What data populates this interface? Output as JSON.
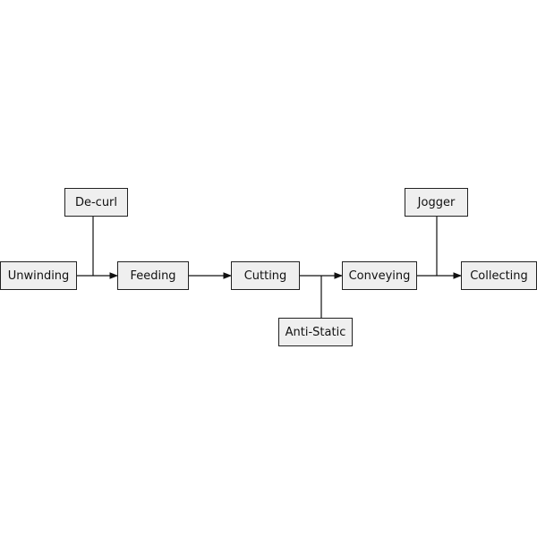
{
  "diagram": {
    "nodes": {
      "unwinding": "Unwinding",
      "feeding": "Feeding",
      "cutting": "Cutting",
      "conveying": "Conveying",
      "collecting": "Collecting",
      "decurl": "De-curl",
      "antistatic": "Anti-Static",
      "jogger": "Jogger"
    },
    "flow": [
      "Unwinding",
      "Feeding",
      "Cutting",
      "Conveying",
      "Collecting"
    ],
    "branches": [
      {
        "node": "De-curl",
        "joins_between": [
          "Unwinding",
          "Feeding"
        ],
        "side": "above"
      },
      {
        "node": "Anti-Static",
        "joins_between": [
          "Cutting",
          "Conveying"
        ],
        "side": "below"
      },
      {
        "node": "Jogger",
        "joins_between": [
          "Conveying",
          "Collecting"
        ],
        "side": "above"
      }
    ],
    "colors": {
      "box_fill": "#efefef",
      "box_border": "#222222",
      "line": "#111111",
      "background": "#ffffff"
    }
  }
}
